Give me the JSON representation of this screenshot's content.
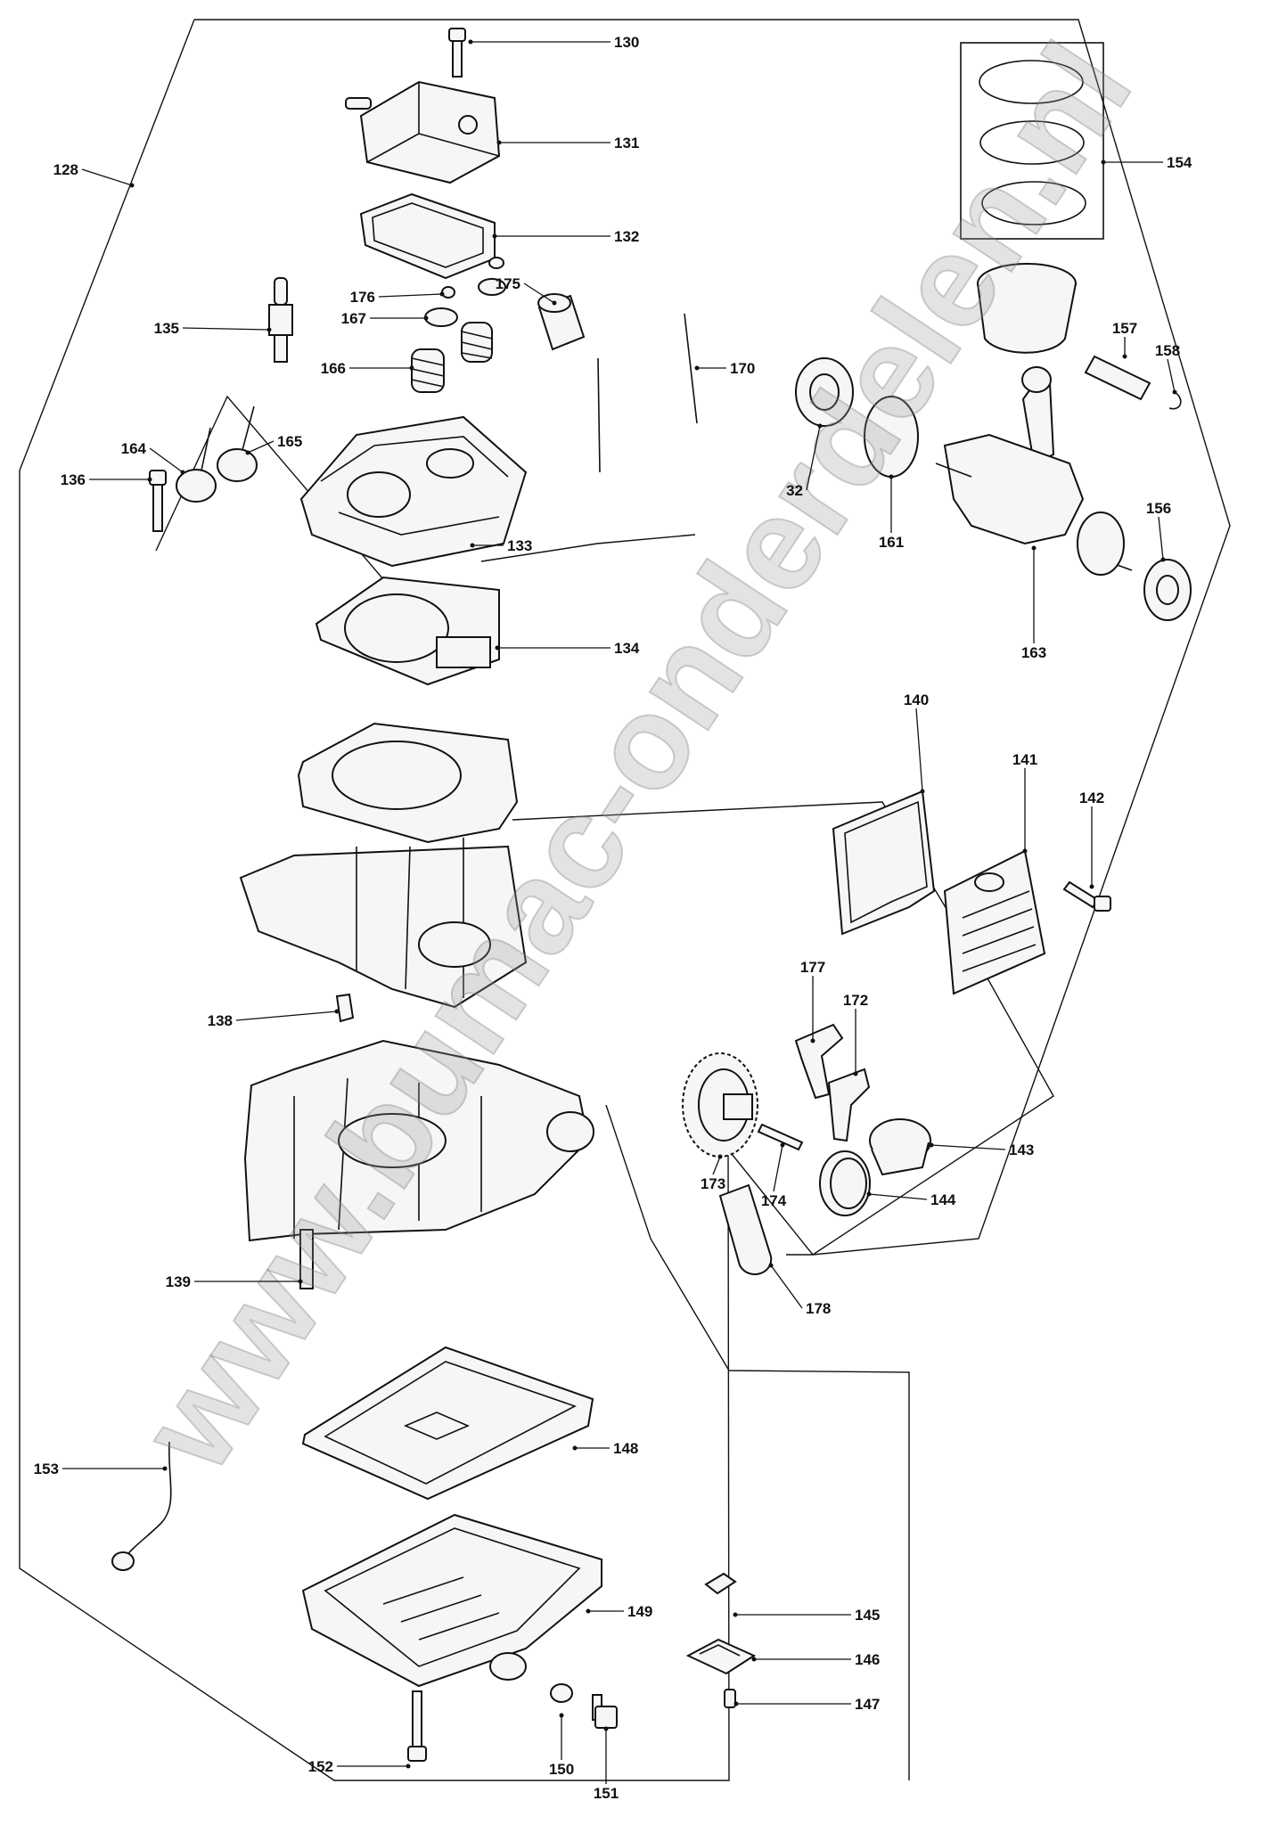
{
  "diagram": {
    "type": "exploded parts diagram",
    "watermark": "www.bumac-onderdelen.nl",
    "callouts": [
      "128",
      "130",
      "131",
      "132",
      "176",
      "175",
      "167",
      "135",
      "166",
      "170",
      "164",
      "165",
      "136",
      "133",
      "134",
      "154",
      "157",
      "158",
      "32",
      "161",
      "156",
      "163",
      "140",
      "141",
      "142",
      "138",
      "177",
      "172",
      "173",
      "174",
      "143",
      "144",
      "178",
      "139",
      "153",
      "148",
      "145",
      "149",
      "146",
      "147",
      "152",
      "150",
      "151"
    ]
  }
}
